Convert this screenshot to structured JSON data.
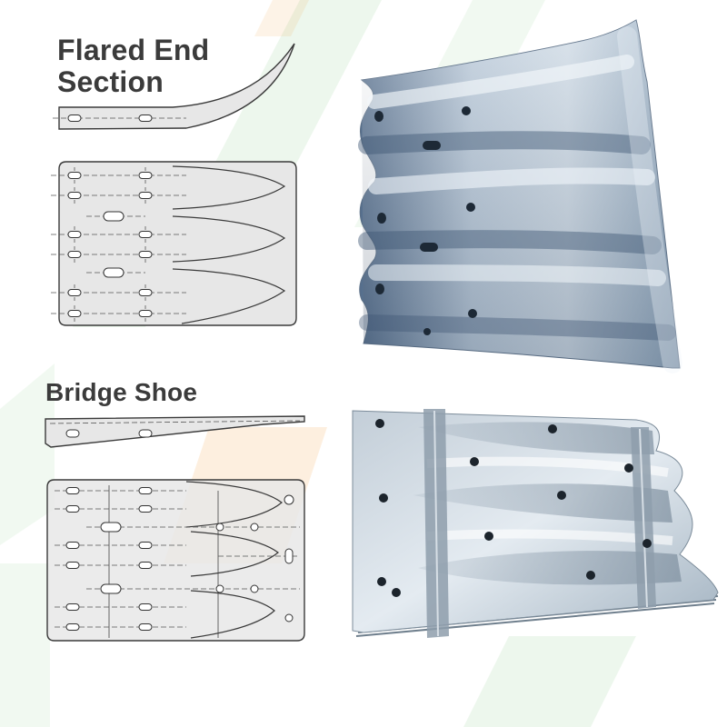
{
  "flared_end": {
    "title_line1": "Flared End",
    "title_line2": "Section"
  },
  "bridge_shoe": {
    "title": "Bridge Shoe"
  },
  "colors": {
    "title_text": "#3b3b3b",
    "drawing_fill": "#e7e7e7",
    "drawing_stroke": "#3a3a3a",
    "galvanized_steel": "#a9bccd",
    "watermark_green": "#4caf50",
    "watermark_orange": "#f29a3a"
  }
}
